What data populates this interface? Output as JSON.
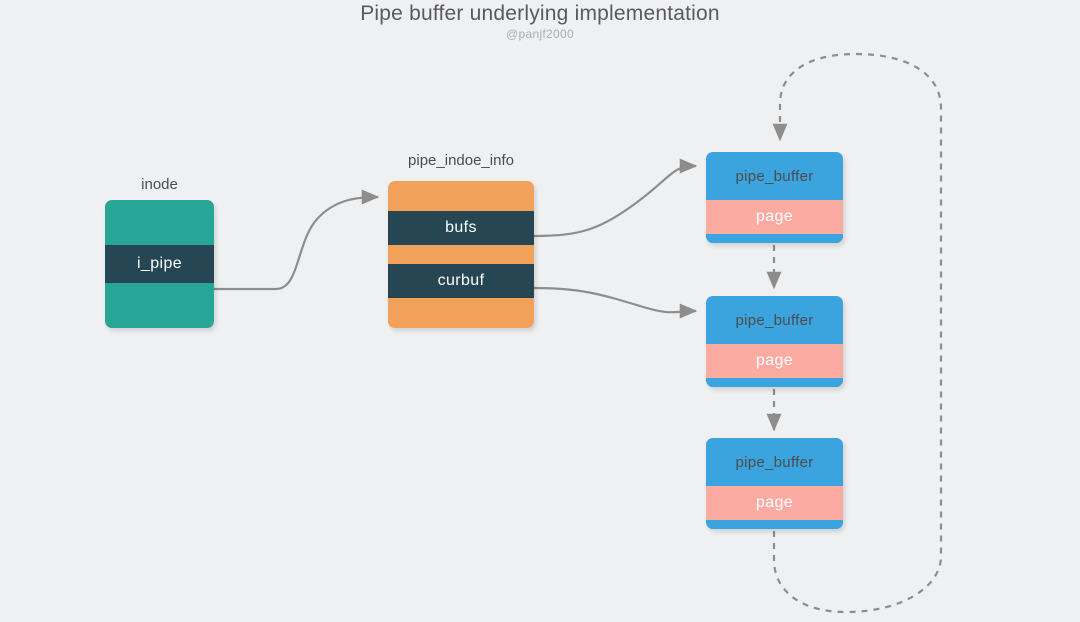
{
  "header": {
    "title": "Pipe buffer underlying implementation",
    "subtitle": "@panjf2000"
  },
  "diagram": {
    "type": "block-diagram",
    "background_color": "#eff0f2",
    "nodes": [
      {
        "id": "inode",
        "label": "inode",
        "color": "#27a596",
        "band_color": "#274653",
        "fields": [
          "i_pipe"
        ]
      },
      {
        "id": "pipe_inode_info",
        "label": "pipe_indoe_info",
        "color": "#f2a15b",
        "band_color": "#274653",
        "fields": [
          "bufs",
          "curbuf"
        ]
      },
      {
        "id": "pipe_buffer_1",
        "label": "pipe_buffer",
        "color": "#3ba3dd",
        "band_color": "#fcaba3",
        "fields": [
          "page"
        ]
      },
      {
        "id": "pipe_buffer_2",
        "label": "pipe_buffer",
        "color": "#3ba3dd",
        "band_color": "#fcaba3",
        "fields": [
          "page"
        ]
      },
      {
        "id": "pipe_buffer_3",
        "label": "pipe_buffer",
        "color": "#3ba3dd",
        "band_color": "#fcaba3",
        "fields": [
          "page"
        ]
      }
    ],
    "edges": [
      {
        "from": "inode.i_pipe",
        "to": "pipe_inode_info",
        "style": "solid",
        "color": "#8d8d8d"
      },
      {
        "from": "pipe_inode_info.bufs",
        "to": "pipe_buffer_1",
        "style": "solid",
        "color": "#8d8d8d"
      },
      {
        "from": "pipe_inode_info.curbuf",
        "to": "pipe_buffer_2",
        "style": "solid",
        "color": "#8d8d8d"
      },
      {
        "from": "pipe_buffer_1",
        "to": "pipe_buffer_2",
        "style": "dashed",
        "color": "#8d8d8d"
      },
      {
        "from": "pipe_buffer_2",
        "to": "pipe_buffer_3",
        "style": "dashed",
        "color": "#8d8d8d"
      },
      {
        "from": "pipe_buffer_3",
        "to": "pipe_buffer_1",
        "style": "dashed",
        "color": "#8d8d8d",
        "note": "ring wrap-around"
      }
    ],
    "labels": {
      "inode_title": "inode",
      "pipe_inode_info_title": "pipe_indoe_info",
      "i_pipe": "i_pipe",
      "bufs": "bufs",
      "curbuf": "curbuf",
      "pipe_buffer": "pipe_buffer",
      "page": "page"
    }
  }
}
